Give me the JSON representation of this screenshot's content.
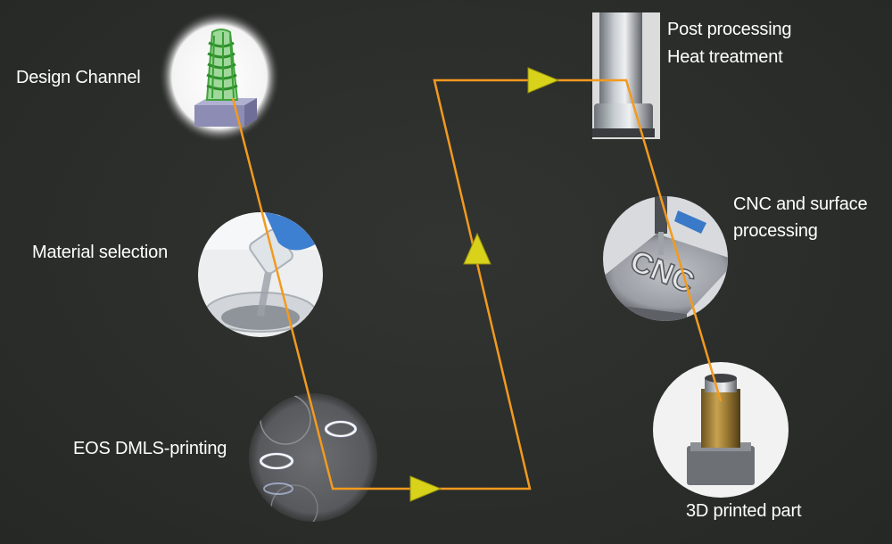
{
  "steps": {
    "design": {
      "label": "Design Channel"
    },
    "material": {
      "label": "Material selection"
    },
    "printing": {
      "label": "EOS DMLS-printing"
    },
    "post_line1": "Post processing",
    "post_line2": "Heat treatment",
    "cnc_line1": "CNC and surface",
    "cnc_line2": "processing",
    "part": {
      "label": "3D printed part"
    }
  },
  "image_text": {
    "cnc_engraving": "CNC"
  },
  "colors": {
    "background": "#2c2e2c",
    "flow_line": "#f39a1e",
    "arrow_head": "#d8d21a",
    "label_text": "#ffffff"
  }
}
